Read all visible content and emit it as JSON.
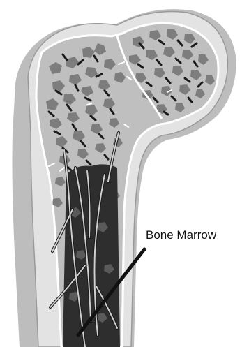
{
  "diagram": {
    "subject": "bone-femur-head-cross-section",
    "labels": [
      {
        "id": "bone-marrow",
        "text": "Bone Marrow"
      }
    ],
    "colors": {
      "cortex": "#e3e3e3",
      "cortex_shadow": "#bdbdbd",
      "spongy_bg": "#bfbfbf",
      "trabeculae": "#7d7d7d",
      "marrow_cavity": "#2e2e2e",
      "outline": "#ffffff",
      "stroke": "#1a1a1a"
    }
  }
}
